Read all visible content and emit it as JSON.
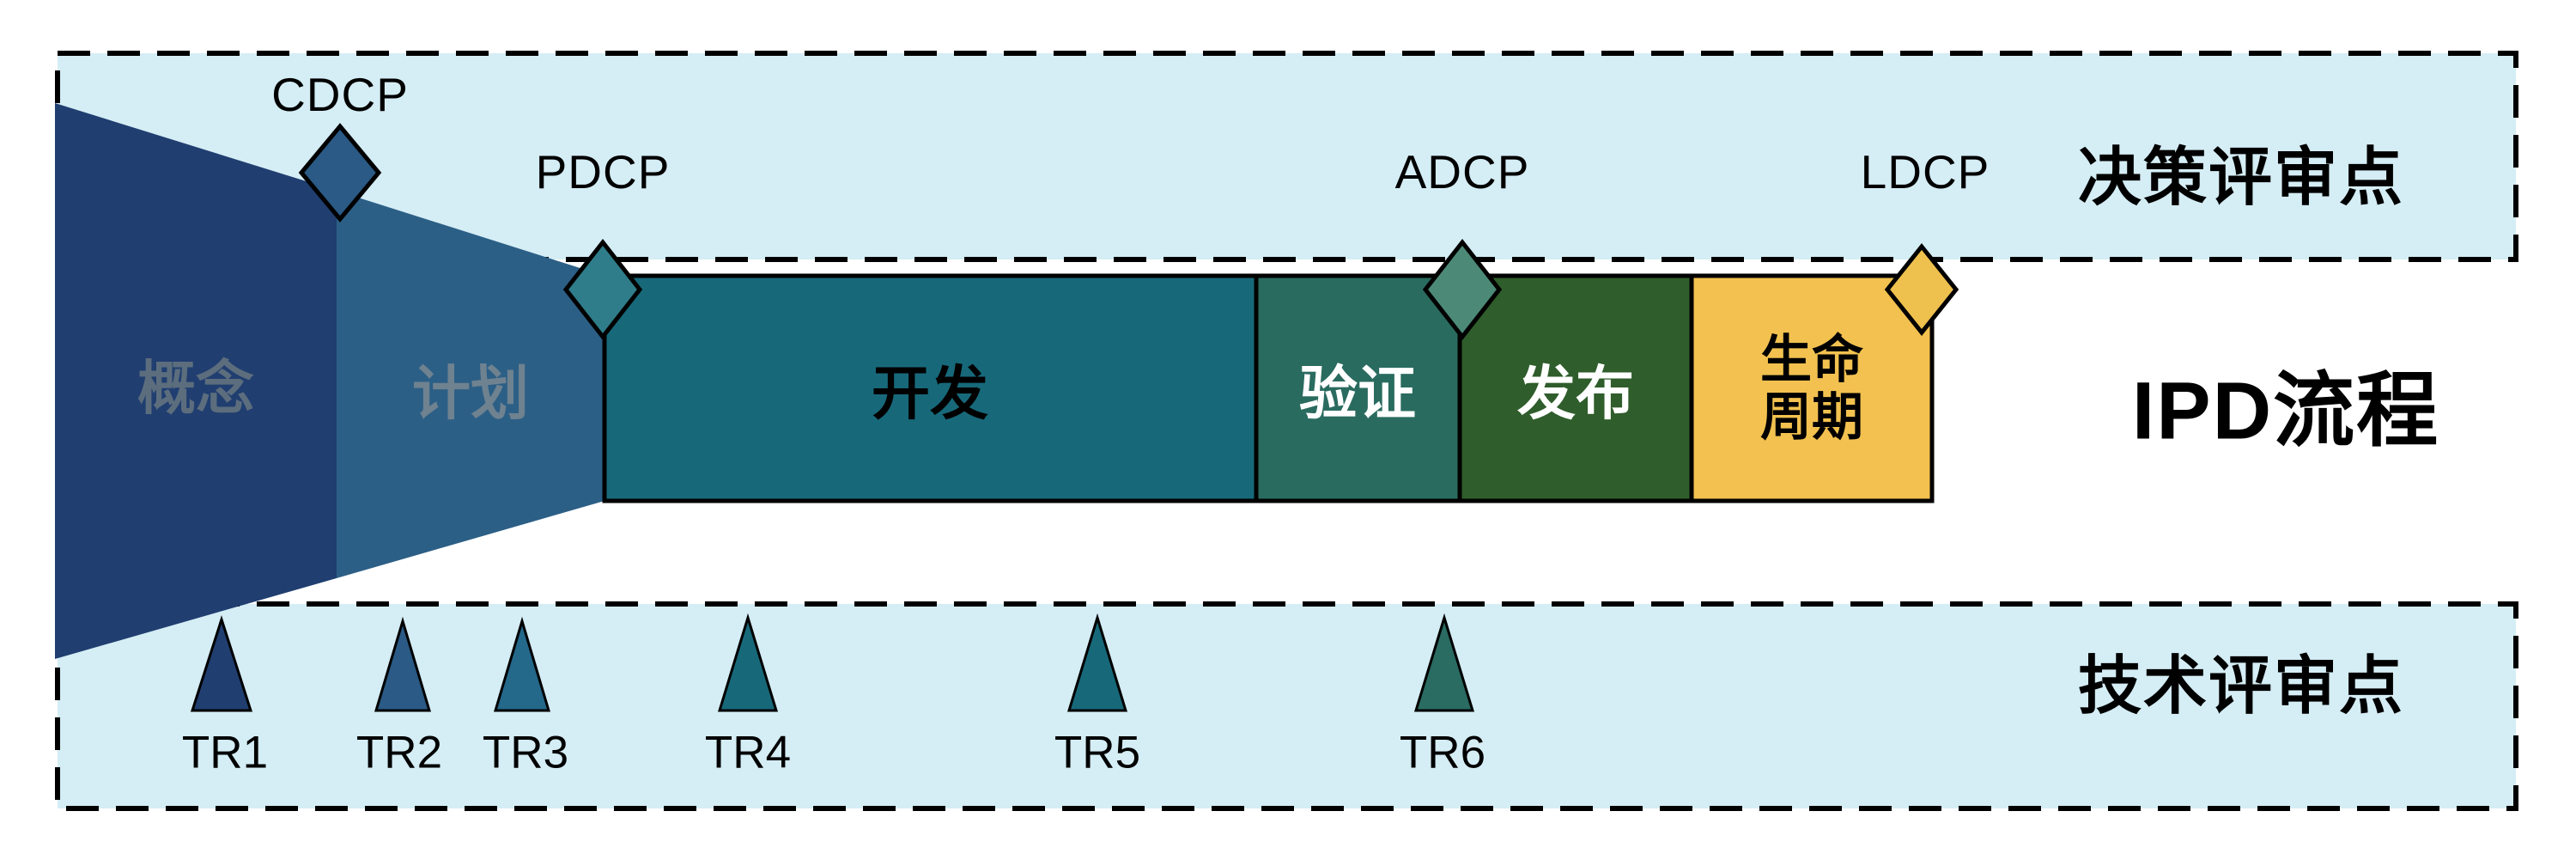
{
  "colors": {
    "band_bg": "#d5edf5",
    "band_border": "#000000",
    "phase_concept": "#203e70",
    "phase_plan": "#2c5f86",
    "phase_develop": "#17697a",
    "phase_verify": "#2a6b5f",
    "phase_release": "#2f5d2b",
    "phase_lifecycle": "#f2c14f",
    "concept_text": "#5c6d7d",
    "plan_text": "#6f8290",
    "diamond_cdcp": "#2a5a85",
    "diamond_pdcp": "#2f7d8a",
    "diamond_adcp": "#4c8a77",
    "diamond_ldcp": "#eec04e",
    "tr1": "#203e70",
    "tr2": "#2a5a85",
    "tr3": "#24688a",
    "tr4": "#17697a",
    "tr5": "#17697a",
    "tr6": "#2a6b62"
  },
  "decision_band": {
    "title": "决策评审点",
    "points": [
      {
        "label": "CDCP"
      },
      {
        "label": "PDCP"
      },
      {
        "label": "ADCP"
      },
      {
        "label": "LDCP"
      }
    ]
  },
  "process": {
    "title": "IPD流程",
    "phases": [
      {
        "label": "概念"
      },
      {
        "label": "计划"
      },
      {
        "label": "开发"
      },
      {
        "label": "验证"
      },
      {
        "label": "发布"
      },
      {
        "label": "生命周期",
        "line1": "生命",
        "line2": "周期"
      }
    ]
  },
  "technical_band": {
    "title": "技术评审点",
    "reviews": [
      {
        "label": "TR1"
      },
      {
        "label": "TR2"
      },
      {
        "label": "TR3"
      },
      {
        "label": "TR4"
      },
      {
        "label": "TR5"
      },
      {
        "label": "TR6"
      }
    ]
  }
}
